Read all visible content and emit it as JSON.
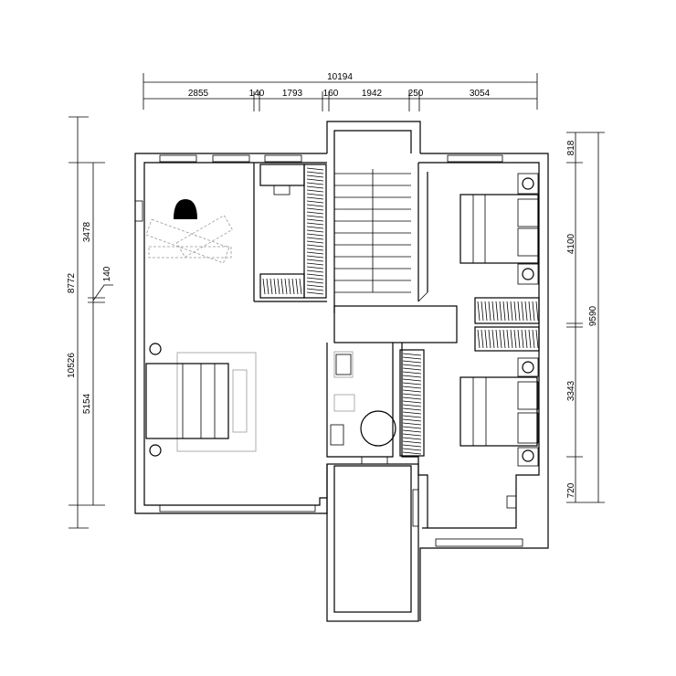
{
  "dimensions": {
    "top_total": "10194",
    "top_segments": [
      "2855",
      "140",
      "1793",
      "160",
      "1942",
      "250",
      "3054"
    ],
    "left_total_a": "8772",
    "left_total_b": "10526",
    "left_segments": [
      "3478",
      "140",
      "5154"
    ],
    "right_total": "9590",
    "right_segments": [
      "818",
      "4100",
      "3343",
      "720"
    ]
  },
  "colors": {
    "line": "#000000",
    "furniture_gray": "#999999",
    "background": "#ffffff"
  }
}
